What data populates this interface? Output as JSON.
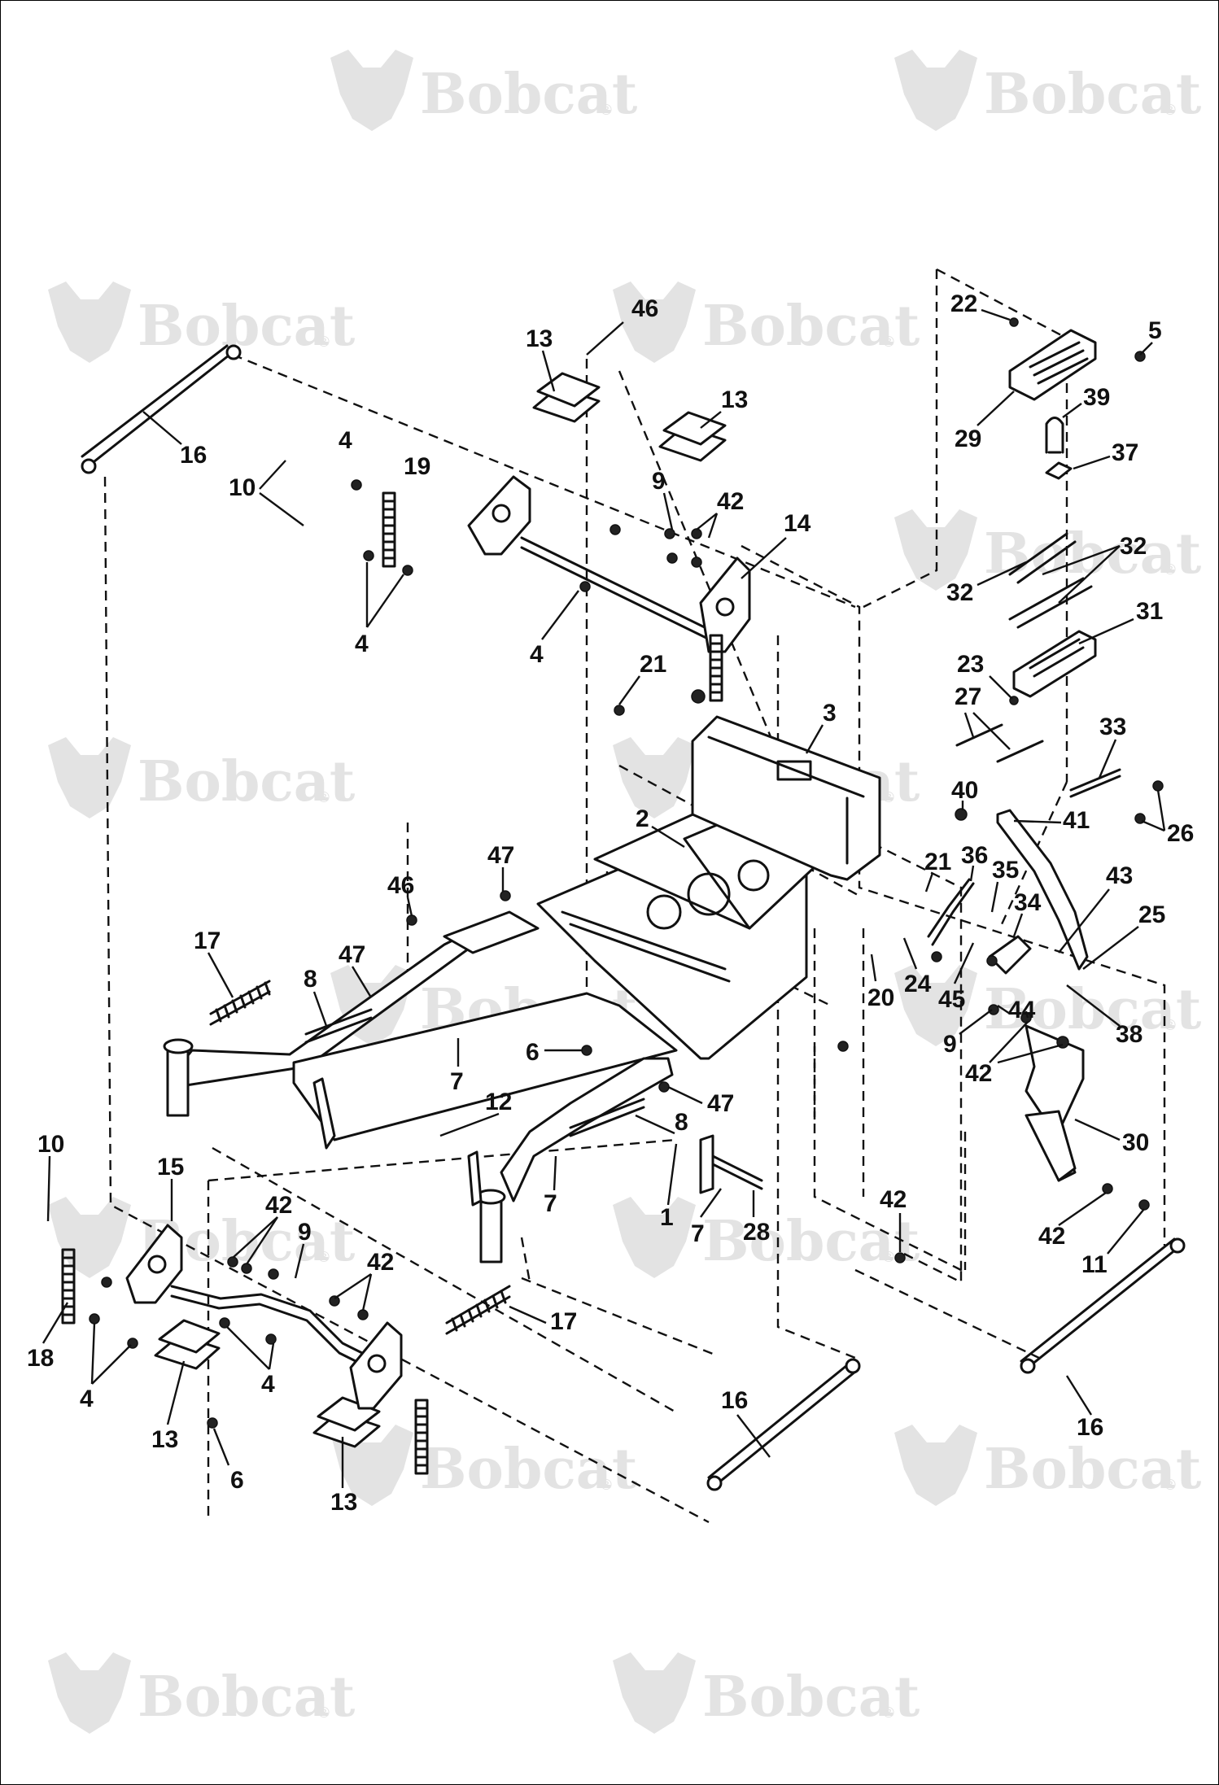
{
  "watermark": {
    "text": "Bobcat",
    "reg_mark": "®",
    "logo_icon": "bobcat-head-icon"
  },
  "diagram": {
    "callouts": [
      "46",
      "13",
      "13",
      "16",
      "10",
      "4",
      "19",
      "9",
      "42",
      "14",
      "4",
      "4",
      "21",
      "3",
      "2",
      "47",
      "46",
      "17",
      "47",
      "8",
      "6",
      "7",
      "12",
      "47",
      "8",
      "10",
      "15",
      "42",
      "9",
      "42",
      "17",
      "18",
      "4",
      "4",
      "13",
      "6",
      "13",
      "16",
      "1",
      "7",
      "7",
      "28",
      "22",
      "5",
      "29",
      "39",
      "37",
      "32",
      "32",
      "31",
      "23",
      "27",
      "33",
      "40",
      "41",
      "26",
      "21",
      "36",
      "35",
      "43",
      "34",
      "25",
      "20",
      "24",
      "45",
      "44",
      "38",
      "9",
      "42",
      "30",
      "42",
      "42",
      "11",
      "16"
    ]
  }
}
